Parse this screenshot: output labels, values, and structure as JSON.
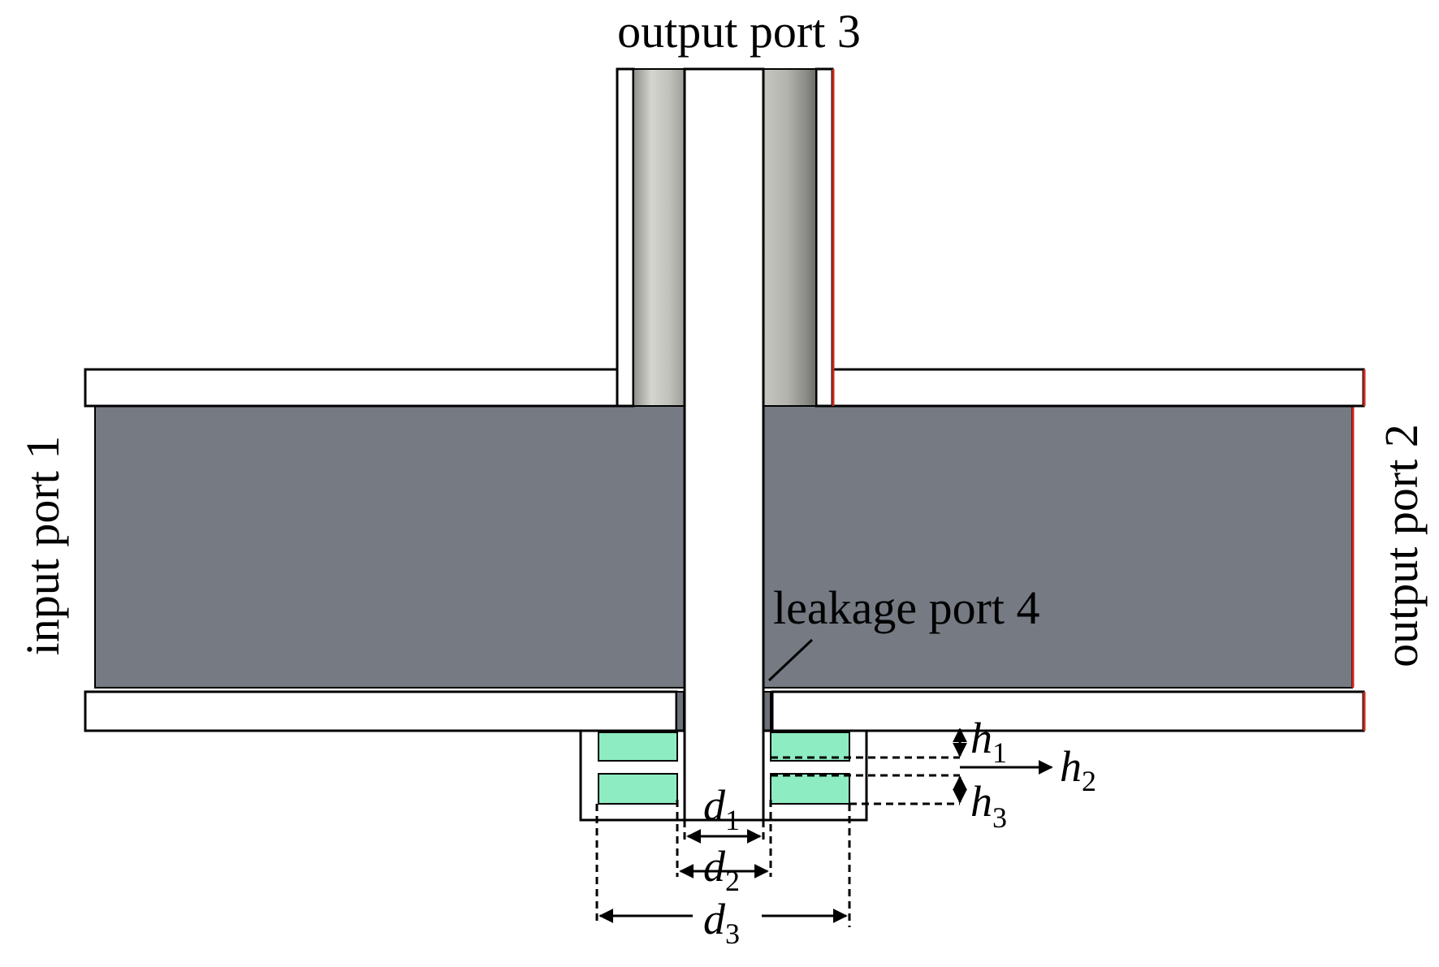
{
  "labels": {
    "output_port_3": "output port 3",
    "input_port_1": "input port 1",
    "output_port_2": "output port 2",
    "leakage_port_4": "leakage port 4"
  },
  "dimensions": {
    "h1": {
      "symbol": "h",
      "index": "1"
    },
    "h2": {
      "symbol": "h",
      "index": "2"
    },
    "h3": {
      "symbol": "h",
      "index": "3"
    },
    "d1": {
      "symbol": "d",
      "index": "1"
    },
    "d2": {
      "symbol": "d",
      "index": "2"
    },
    "d3": {
      "symbol": "d",
      "index": "3"
    }
  },
  "colors": {
    "waveguide_fill": "#757a83",
    "tube_shade": "#b2b4ae",
    "dielectric_fill": "#8eecc2",
    "outline": "#000000",
    "edge_accent": "#cc2a1e"
  }
}
